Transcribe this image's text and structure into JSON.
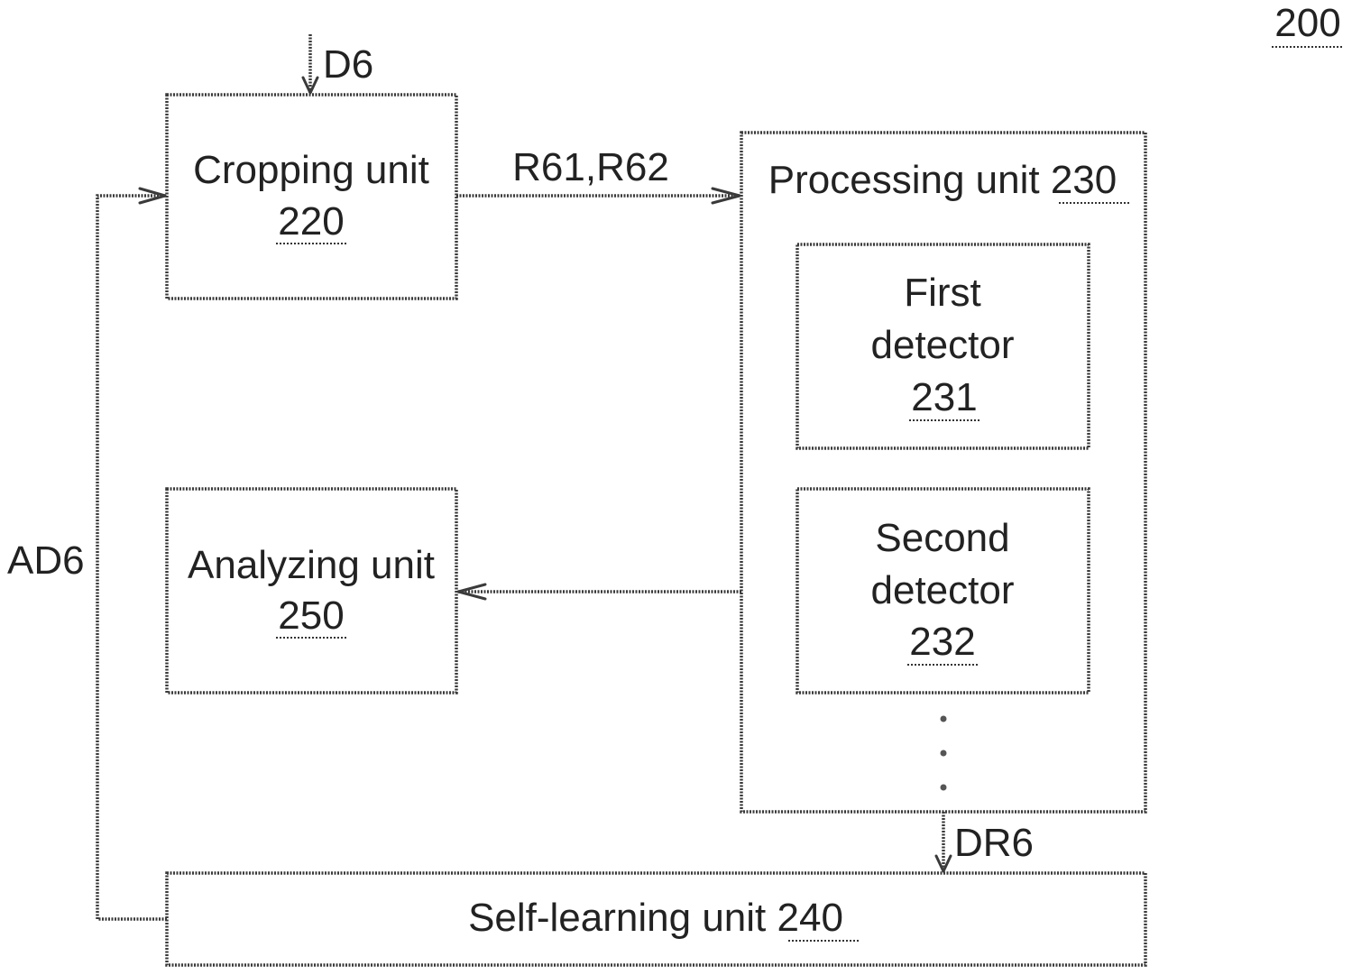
{
  "figure_ref": "200",
  "cropping_unit": {
    "label": "Cropping unit",
    "ref": "220"
  },
  "processing_unit": {
    "label": "Processing unit",
    "ref": "230"
  },
  "first_detector": {
    "line1": "First",
    "line2": "detector",
    "ref": "231"
  },
  "second_detector": {
    "line1": "Second",
    "line2": "detector",
    "ref": "232"
  },
  "analyzing_unit": {
    "label": "Analyzing unit",
    "ref": "250"
  },
  "self_learning_unit": {
    "label": "Self-learning unit",
    "ref": "240"
  },
  "signals": {
    "input": "D6",
    "cropped": "R61,R62",
    "detection": "DR6",
    "feedback": "AD6"
  }
}
